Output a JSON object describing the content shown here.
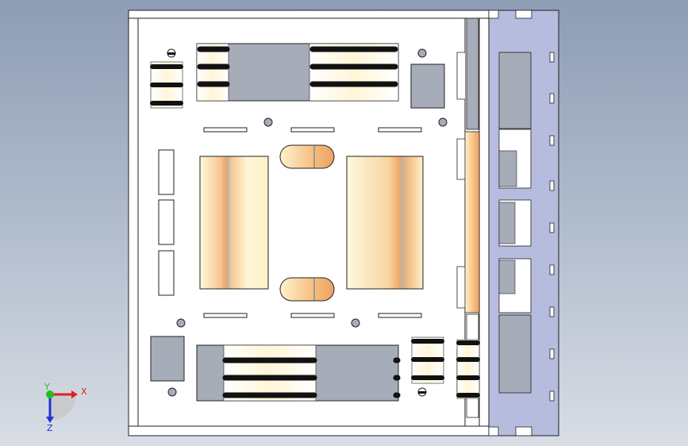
{
  "view": {
    "background_top": "#8e9db5",
    "background_bottom": "#d9dde5"
  },
  "triad": {
    "x_label": "X",
    "y_label": "Y",
    "z_label": "Z",
    "x_color": "#e0201c",
    "y_color": "#22c01c",
    "z_color": "#2230d8"
  },
  "colors": {
    "panel": "#ffffff",
    "edge": "#222222",
    "cutout": "#a6acb8",
    "rail": "#b5bcde",
    "heatsink_light": "#fff6d8",
    "heatsink_dark": "#f0a866",
    "coil": "#111111"
  }
}
